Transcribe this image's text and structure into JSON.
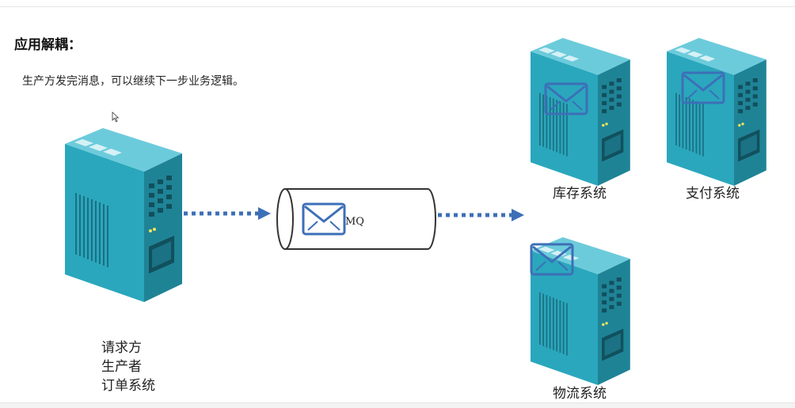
{
  "heading": "应用解耦：",
  "description": "生产方发完消息，可以继续下一步业务逻辑。",
  "producer": {
    "lines": [
      "请求方",
      "生产者",
      "订单系统"
    ]
  },
  "queue": {
    "label": "MQ"
  },
  "consumers": {
    "inventory": "库存系统",
    "payment": "支付系统",
    "logistics": "物流系统"
  },
  "colors": {
    "server_front": "#2aa7bd",
    "server_side": "#1f8396",
    "server_top": "#6ccbdb",
    "arrow": "#3d6fb7",
    "envelope": "#3d6fb7",
    "pipe_stroke": "#333333"
  },
  "icons": {
    "server": "server-tower-icon",
    "envelope": "envelope-icon",
    "cursor": "mouse-pointer-icon"
  }
}
